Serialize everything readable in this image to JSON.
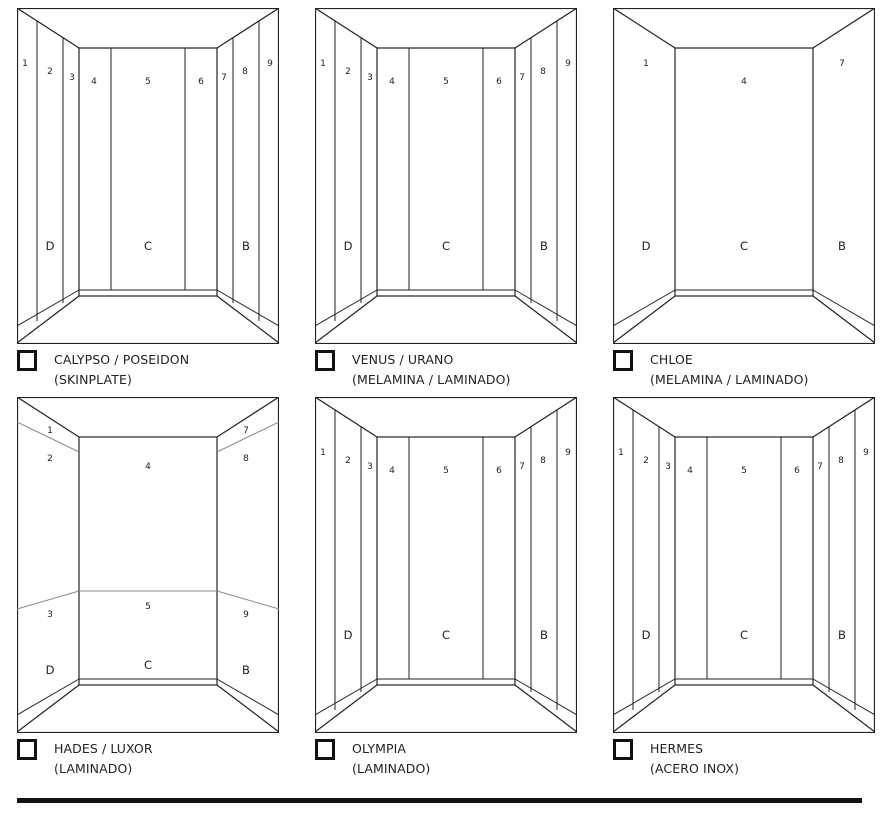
{
  "cabins": [
    {
      "name": "CALYPSO / POSEIDON",
      "material": "(SKINPLATE)",
      "style": "pattern9",
      "labels": [
        "1",
        "2",
        "3",
        "4",
        "5",
        "6",
        "7",
        "8",
        "9",
        "D",
        "C",
        "B"
      ]
    },
    {
      "name": "VENUS / URANO",
      "material": "(MELAMINA / LAMINADO)",
      "style": "pattern9",
      "labels": [
        "1",
        "2",
        "3",
        "4",
        "5",
        "6",
        "7",
        "8",
        "9",
        "D",
        "C",
        "B"
      ]
    },
    {
      "name": "CHLOE",
      "material": "(MELAMINA / LAMINADO)",
      "style": "pattern3",
      "labels": [
        "1",
        "4",
        "7",
        "D",
        "C",
        "B"
      ]
    },
    {
      "name": "HADES / LUXOR",
      "material": "(LAMINADO)",
      "style": "patternH",
      "labels": [
        "1",
        "2",
        "4",
        "7",
        "8",
        "3",
        "5",
        "9",
        "D",
        "C",
        "B"
      ]
    },
    {
      "name": "OLYMPIA",
      "material": "(LAMINADO)",
      "style": "pattern9",
      "labels": [
        "1",
        "2",
        "3",
        "4",
        "5",
        "6",
        "7",
        "8",
        "9",
        "D",
        "C",
        "B"
      ]
    },
    {
      "name": "HERMES",
      "material": "(ACERO INOX)",
      "style": "pattern9",
      "labels": [
        "1",
        "2",
        "3",
        "4",
        "5",
        "6",
        "7",
        "8",
        "9",
        "D",
        "C",
        "B"
      ]
    }
  ]
}
